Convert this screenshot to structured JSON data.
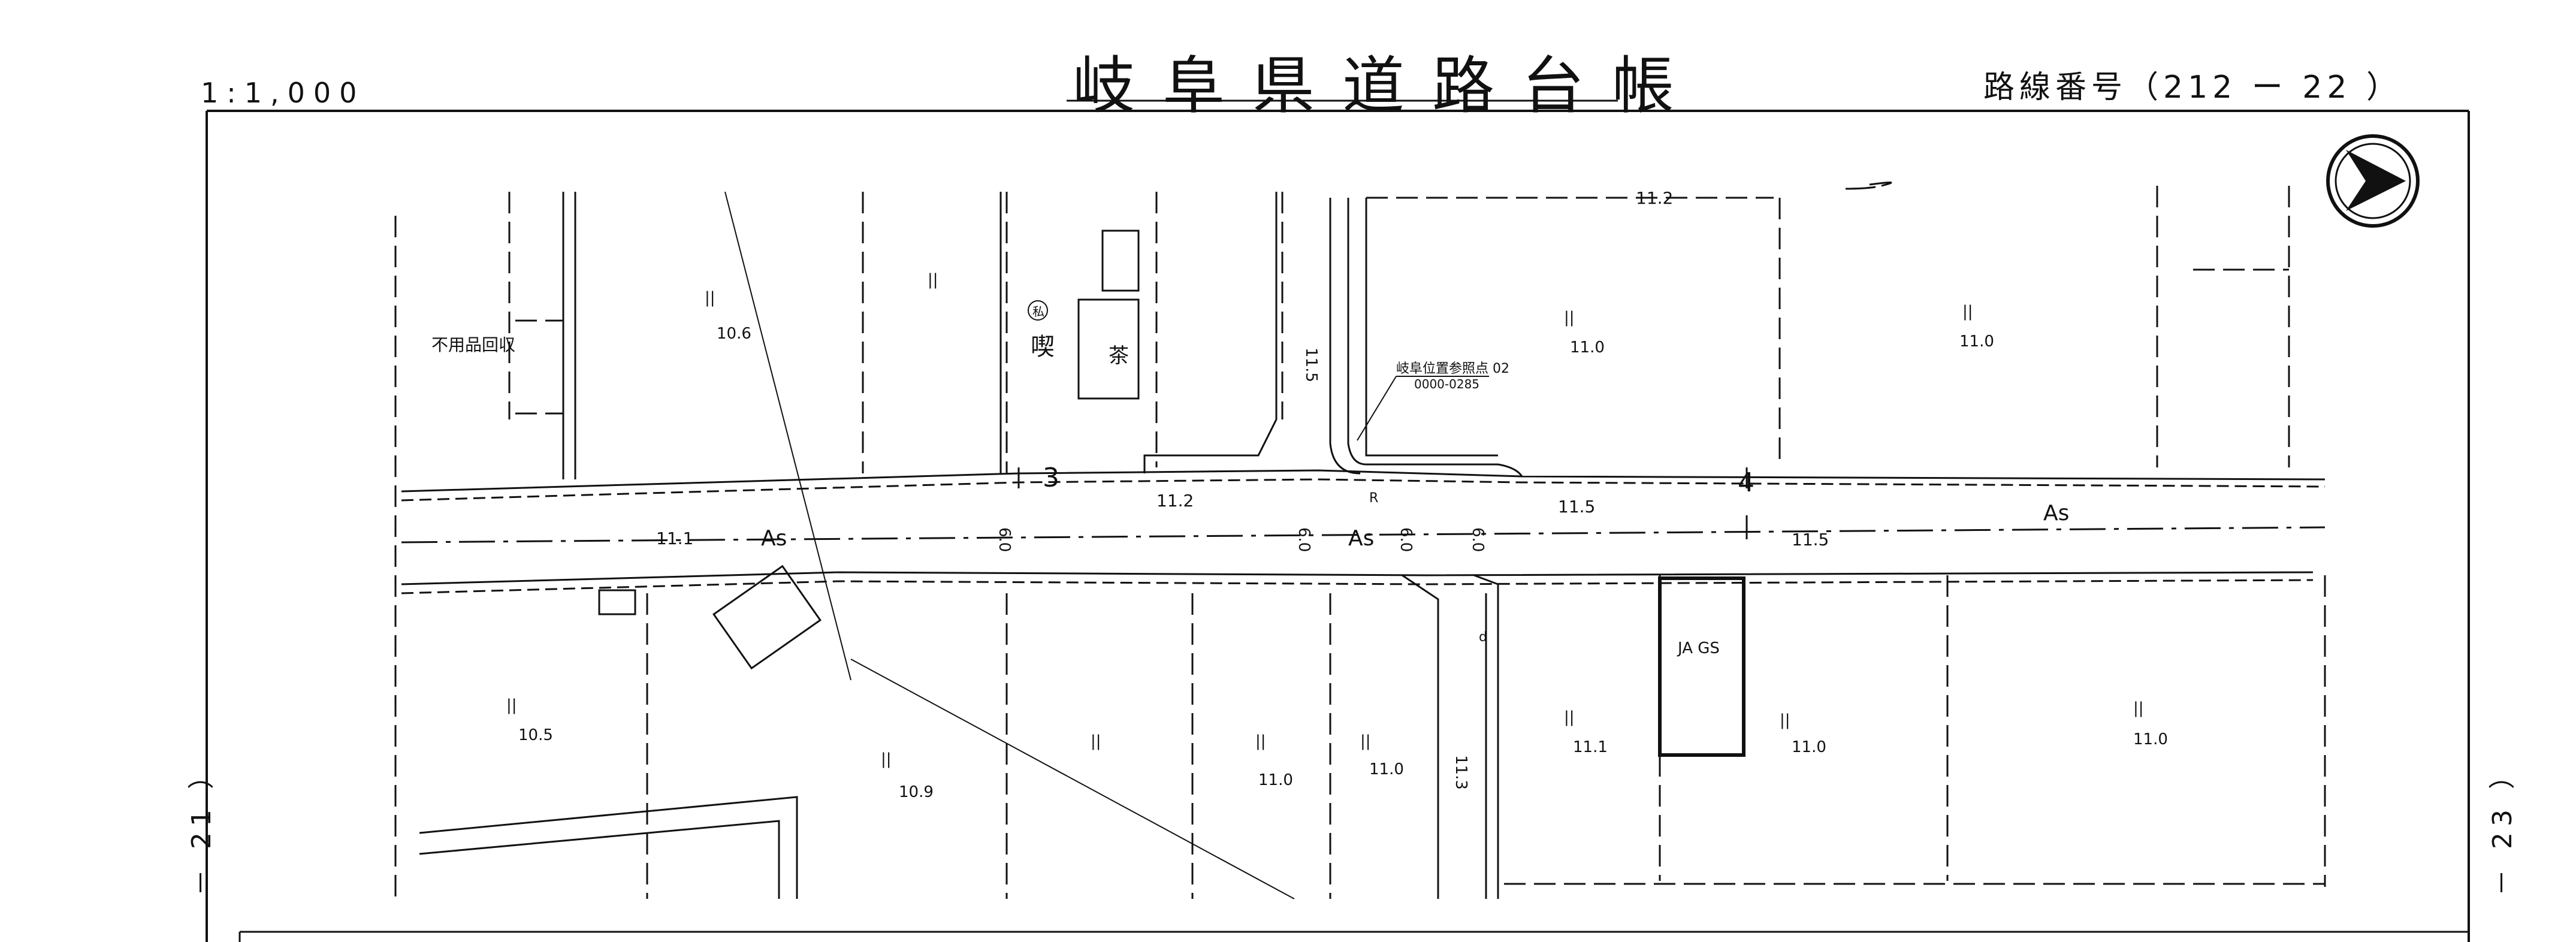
{
  "header": {
    "title": "岐阜県道路台帳",
    "scale": "1:1,000",
    "route_number": "路線番号（212 ー 22 ）"
  },
  "side_labels": {
    "left": "－ 21 ）",
    "right": "－ 23 ）"
  },
  "map": {
    "station_labels": [
      "3",
      "4"
    ],
    "surface_labels": {
      "as_west": "As",
      "as_center": "As",
      "as_east": "As"
    },
    "widths": {
      "w1": "6.0",
      "w2": "6.0",
      "w3": "6.0",
      "w4": "6.0",
      "w5": "11.5",
      "w6": "11.3"
    },
    "road_elevations": {
      "e1": "11.1",
      "e2": "11.2",
      "e3": "11.5",
      "e4": "11.5",
      "e5": "11.2"
    },
    "parcels": {
      "p1": {
        "mark": "||",
        "elev": "10.6"
      },
      "p2": {
        "mark": "||",
        "elev": ""
      },
      "p3": {
        "mark": "||",
        "elev": "11.0"
      },
      "p4": {
        "mark": "||",
        "elev": "11.0"
      },
      "p5": {
        "mark": "||",
        "elev": "10.5"
      },
      "p6": {
        "mark": "||",
        "elev": "10.9"
      },
      "p7": {
        "mark": "||",
        "elev": ""
      },
      "p8": {
        "mark": "||",
        "elev": "11.0"
      },
      "p9": {
        "mark": "||",
        "elev": "11.0"
      },
      "p10": {
        "mark": "||",
        "elev": "11.1"
      },
      "p11": {
        "mark": "||",
        "elev": "11.0"
      },
      "p12": {
        "mark": "||",
        "elev": "11.0"
      }
    },
    "buildings": {
      "shop": "不用品回収",
      "cafe_a": "喫",
      "cafe_b": "茶",
      "cafe_circle": "私",
      "gas_station": "JA GS"
    },
    "reference_point": {
      "name": "岐阜位置参照点 02",
      "code": "0000-0285"
    },
    "small_marks": {
      "r": "R",
      "d": "d"
    }
  }
}
